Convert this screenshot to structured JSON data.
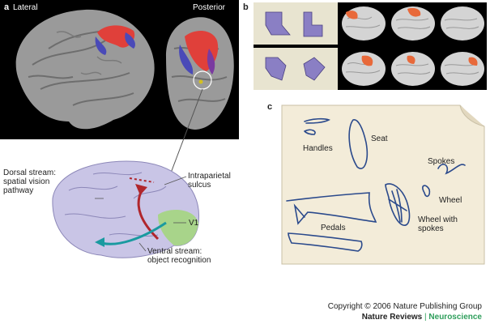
{
  "panel_a": {
    "letter": "a",
    "view_lateral": "Lateral",
    "view_posterior": "Posterior",
    "labels": {
      "dorsal_stream": "Dorsal stream:",
      "dorsal_sub1": "spatial vision",
      "dorsal_sub2": "pathway",
      "intraparietal1": "Intraparietal",
      "intraparietal2": "sulcus",
      "v1": "V1",
      "ventral_stream": "Ventral stream:",
      "ventral_sub": "object recognition"
    }
  },
  "panel_b": {
    "letter": "b"
  },
  "panel_c": {
    "letter": "c",
    "labels": {
      "handles": "Handles",
      "seat": "Seat",
      "spokes": "Spokes",
      "wheel": "Wheel",
      "wheel_with1": "Wheel with",
      "wheel_with2": "spokes",
      "pedals": "Pedals"
    }
  },
  "credit": {
    "copyright": "Copyright © 2006 Nature Publishing Group",
    "journal": "Nature Reviews",
    "separator": "|",
    "section": "Neuroscience"
  },
  "colors": {
    "accent_green": "#2e9e5b",
    "activation_red": "#e0403a",
    "activation_blue": "#4a4ab8",
    "shape_purple": "#8a7fc4",
    "paper": "#f3ecd9",
    "sketch_ink": "#2b4a8c",
    "ventral_arrow": "#1a9aa0",
    "dorsal_arrow": "#b0262c"
  }
}
